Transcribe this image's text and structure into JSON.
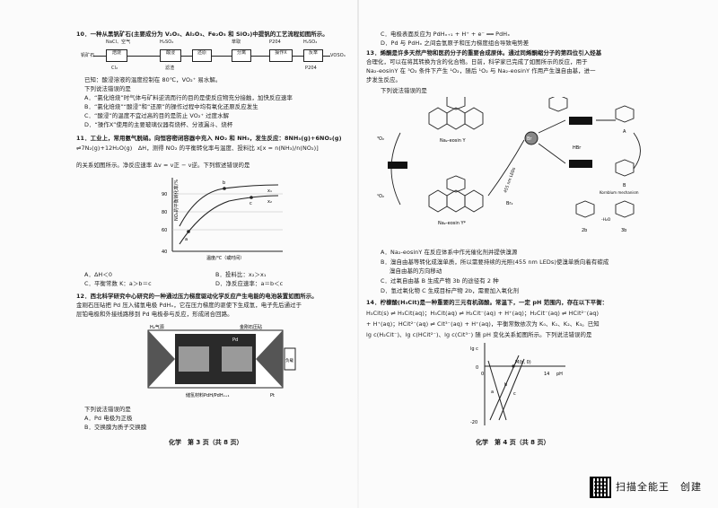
{
  "left": {
    "q10": {
      "title": "10．一种从黑钒矿石(主要成分为 V₂O₅、Al₂O₃、Fe₂O₃ 和 SiO₂)中提钒的工艺流程如图所示。",
      "flow": [
        "NaCl、空气",
        "H₂SO₄",
        "萃取",
        "P204",
        "H₂SO₄",
        "钒矿石",
        "焙烧",
        "酸浸",
        "还原",
        "分离",
        "操作X",
        "反萃",
        "VOSO₄",
        "Cl₂",
        "滤渣",
        "P204"
      ],
      "note": "已知：酸浸溶液的温度控制在 80℃，VO₂⁺ 易水解。",
      "ask": "下列说法错误的是",
      "A": "A．“氯化焙烧”时气体与矿料逆流而行的目的是使反应物充分接触，加快反应速率",
      "B": "B．“氯化焙烧”“酸浸”和“还原”的操作过程中均有氧化还原反应发生",
      "C": "C．“酸浸”的温度不宜过高的目的是防止 VO₂⁺ 过度水解",
      "D": "D．“操作X”使用的主要玻璃仪器有烧杯、分液漏斗、烧杯"
    },
    "q11": {
      "l1": "11．工业上，常用氨气脱硝。向恒容密闭容器中充入 NO₂ 和 NH₃，发生反应：8NH₃(g)+6NO₂(g)",
      "l2": "⇌7N₂(g)+12H₂O(g)　ΔH，测得 NO₂ 的平衡转化率与温度、投料比 x[x = n(NH₃)/n(NO₂)]",
      "l3": "的关系如图所示。净反应速率 Δv = v正 − v逆。下列叙述错误的是",
      "A": "A．ΔH＜0",
      "B": "B．投料比：x₂＞x₁",
      "C": "C．平衡常数 K：a＞b＝c",
      "D": "D．净反应速率：a＝b＜c"
    },
    "chart": {
      "ylabel": "NO₂的平衡转化率/%",
      "xlabel": "温度/℃（或时间）",
      "ticks": [
        "40",
        "60",
        "80",
        "90"
      ],
      "labels": [
        "a",
        "b",
        "c",
        "x₁",
        "x₂"
      ]
    },
    "q12": {
      "l1": "12．西北科学研究中心研究的一种通过压力梯度驱动化学反应产生电能的电池装置如图所示。",
      "l2": "金刚石压砧把 Pd 压入储氢电极 PdHₓ，它在压力梯度的驱使下生成氢，电子先后通过于",
      "l3": "层铂电极和外接线路移到 Pd 电极参与反应，形成闭合回路。",
      "diagram": [
        "H₂气源",
        "金刚石压砧",
        "Pd",
        "储氢材料PdH/PdHₓ₊₁",
        "Pt",
        "负载"
      ],
      "ask": "下列说法错误的是",
      "A": "A．Pd 电极为正极",
      "B": "B．交换膜为质子交换膜"
    },
    "footer": "化学　第 3 页（共 8 页）"
  },
  "right": {
    "q12cont": {
      "C": "C．电极表面反应为 PdHₓ₊₁ + H⁺ + e⁻ ══ PdHₓ",
      "D": "D．Pd 与 PdHₓ 之间会氢原子和压力梯度组合导致电势差"
    },
    "q13": {
      "l1": "13．烯酮是许多天然产物和医药分子的重要合成原体。通过同烯酮缩分子的第四位引入烃基",
      "l2": "合理化，可以在将其转换为含的化合物。日前，科学家已完成了如图所示的反应，用于",
      "l3": "Na₂-eosinY 在 ³O₂ 条件下产生 ¹O₂，随后 ¹O₂ 与 Na₂-eosinY 作用产生溴自由基，进一",
      "l4": "步发生反应。",
      "ask": "下列说法错误的是",
      "labels": [
        "Na₂-eosin Y",
        "Na₂-eosin Y*",
        "HBr",
        "Br₂",
        "455 nm LEDs",
        "A",
        "B",
        "2b",
        "3b",
        "Kornblum mechanism",
        "-H₂O",
        "³O₂",
        "¹O₂",
        "Br"
      ],
      "A": "A．Na₂-eosinY 在反应体系中作光催化剂并提供溴源",
      "B": "B．溴自由基等转化成溴单质，所以需要持续的光照(455 nm LEDs)使溴单质向着有碳成",
      "B2": "溴自由基的方向移动",
      "C": "C．过氧自由基 B 生成产物 3b 的途径有 2 种",
      "D": "D．氢过氧化物 C 生成目标产物 2b，需要加入氧化剂"
    },
    "q14": {
      "l1": "14．柠檬酸(H₃Cit)是一种重要的三元有机弱酸。常温下，一定 pH 范围内，存在以下平衡：",
      "l2": "H₃Cit(s) ⇌ H₃Cit(aq)；H₃Cit(aq) ⇌ H₂Cit⁻(aq) + H⁺(aq)；H₂Cit⁻(aq) ⇌ HCit²⁻(aq)",
      "l3": "+ H⁺(aq)；HCit²⁻(aq) ⇌ Cit³⁻(aq) + H⁺(aq)，平衡常数依次为 K₀、K₁、K₂、K₃。已知",
      "l4": "lg c(H₂Cit⁻)、lg c(HCit²⁻)、lg c(Cit³⁻) 随 pH 变化关系如图所示。下列说法错误的是",
      "chart": {
        "ylabel": "lg c",
        "xlabel": "pH",
        "yticks": [
          "0",
          "-20"
        ],
        "xticks": [
          "0",
          "14"
        ],
        "point": "M(b, 0)",
        "curves": [
          "a",
          "b",
          "c"
        ]
      }
    },
    "footer": "化学　第 4 页（共 8 页）"
  },
  "scanner": {
    "brand": "扫描全能王　创建"
  }
}
